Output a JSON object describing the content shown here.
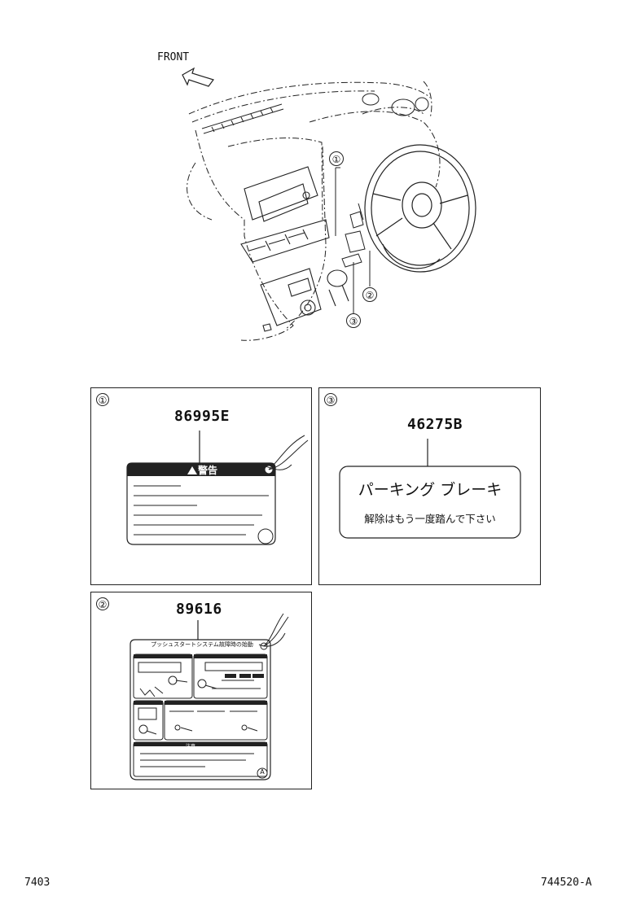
{
  "overview": {
    "front_label": "FRONT",
    "callouts": [
      "①",
      "②",
      "③"
    ]
  },
  "panels": [
    {
      "index": "①",
      "part_number": "86995E",
      "label_header": "警告"
    },
    {
      "index": "③",
      "part_number": "46275B",
      "label_line1": "パーキング ブレーキ",
      "label_line2": "解除はもう一度踏んで下さい"
    },
    {
      "index": "②",
      "part_number": "89616",
      "label_header": "プッシュスタートシステム故障時の始動",
      "caution_text": "注意",
      "corner_mark": "A"
    }
  ],
  "footer": {
    "left_code": "7403",
    "right_code": "744520-A"
  },
  "colors": {
    "line": "#222222",
    "label_band": "#222222"
  }
}
